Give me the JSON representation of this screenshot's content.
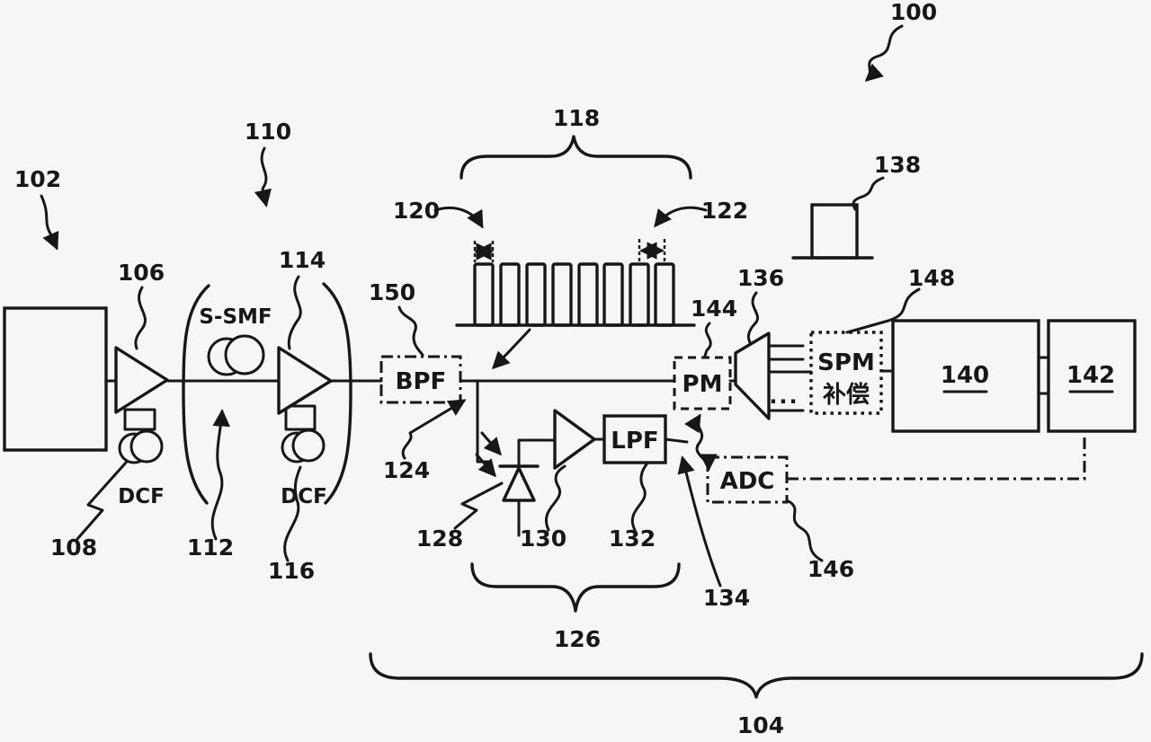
{
  "figure": {
    "type": "patent-optical-system-diagram",
    "colors": {
      "background": "#f6f6f4",
      "ink": "#171717"
    },
    "labels": {
      "ref_100": "100",
      "ref_102": "102",
      "ref_104": "104",
      "ref_106": "106",
      "ref_108": "108",
      "ref_110": "110",
      "ref_112": "112",
      "ref_114": "114",
      "ref_116": "116",
      "ref_118": "118",
      "ref_120": "120",
      "ref_122": "122",
      "ref_124": "124",
      "ref_126": "126",
      "ref_128": "128",
      "ref_130": "130",
      "ref_132": "132",
      "ref_134": "134",
      "ref_136": "136",
      "ref_138": "138",
      "ref_140": "140",
      "ref_142": "142",
      "ref_144": "144",
      "ref_146": "146",
      "ref_148": "148",
      "ref_150": "150"
    },
    "blocks": {
      "bpf": "BPF",
      "pm": "PM",
      "lpf": "LPF",
      "adc": "ADC",
      "spm_line1": "SPM",
      "spm_line2": "补偿",
      "fiber_label": "S-SMF",
      "dcf_left": "DCF",
      "dcf_right": "DCF",
      "fan_ellipsis": "..."
    }
  }
}
